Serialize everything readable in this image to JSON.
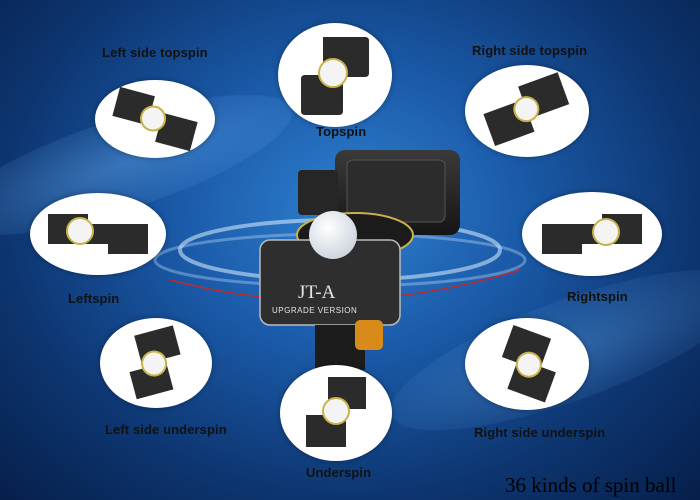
{
  "labels": {
    "left_side_topspin": "Left side topspin",
    "topspin": "Topspin",
    "right_side_topspin": "Right side topspin",
    "leftspin": "Leftspin",
    "rightspin": "Rightspin",
    "left_side_underspin": "Left side underspin",
    "underspin": "Underspin",
    "right_side_underspin": "Right side underspin"
  },
  "caption": "36 kinds of spin ball",
  "device": {
    "model": "JT-A",
    "version": "UPGRADE VERSION"
  },
  "colors": {
    "background": "#1a5aa8",
    "circle": "#ffffff",
    "pad": "#2b2b2b",
    "ball": "#f4f4f4"
  }
}
